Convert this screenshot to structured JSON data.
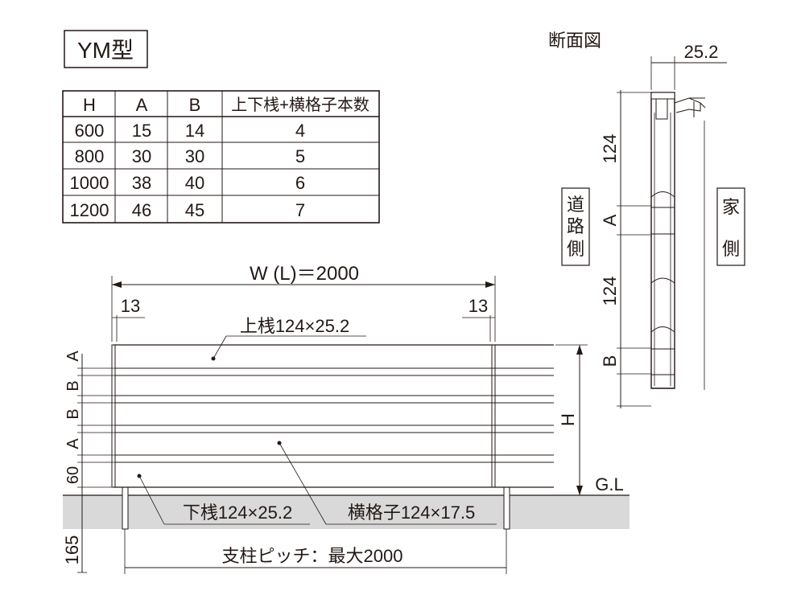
{
  "title": "YM型",
  "section_title": "断面図",
  "spec_table": {
    "headers": [
      "H",
      "A",
      "B",
      "上下桟+横格子本数"
    ],
    "rows": [
      [
        "600",
        "15",
        "14",
        "4"
      ],
      [
        "800",
        "30",
        "30",
        "5"
      ],
      [
        "1000",
        "38",
        "40",
        "6"
      ],
      [
        "1200",
        "46",
        "45",
        "7"
      ]
    ]
  },
  "elevation": {
    "width_label": "W (L)＝2000",
    "left_offset": "13",
    "right_offset": "13",
    "top_rail_label": "上桟124×25.2",
    "bottom_rail_label": "下桟124×25.2",
    "slat_label": "横格子124×17.5",
    "height_label": "H",
    "ground_label": "G.L",
    "post_pitch_label": "支柱ピッチ：最大2000",
    "left_dims": [
      "A",
      "B",
      "B",
      "A",
      "60"
    ],
    "embed_depth": "165"
  },
  "section": {
    "thickness": "25.2",
    "rail_height_top": "124",
    "gap_a": "A",
    "rail_height_mid": "124",
    "gap_b": "B",
    "road_side": "道路側",
    "house_side": "家側"
  }
}
